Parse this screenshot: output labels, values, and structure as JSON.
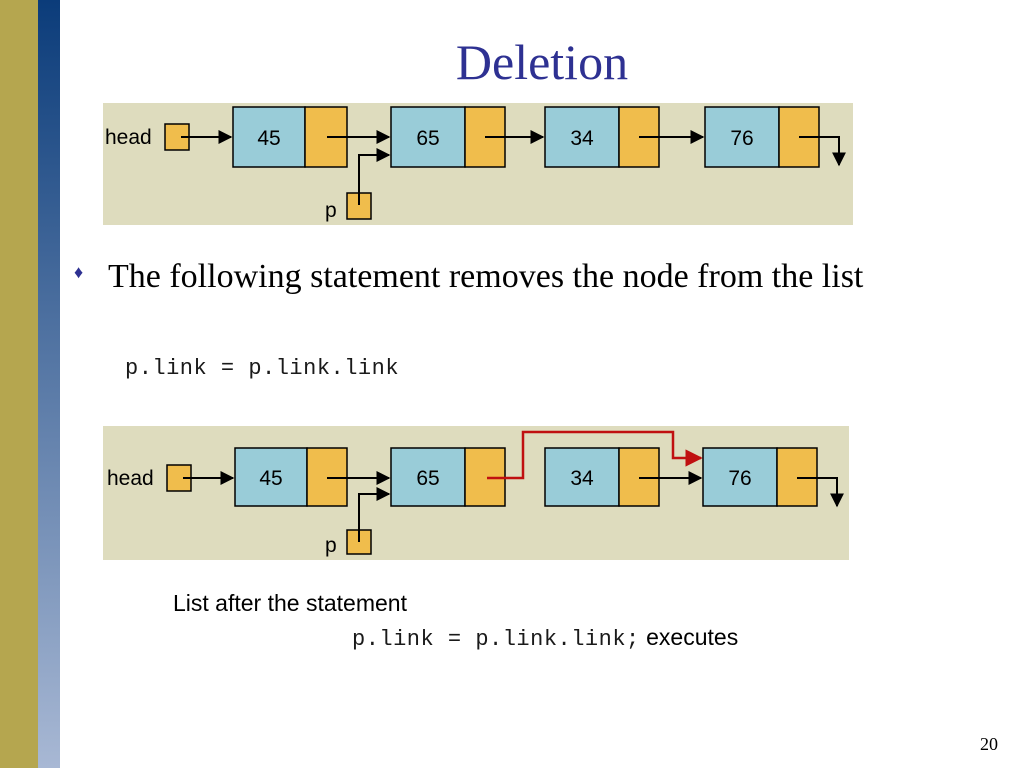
{
  "slide": {
    "title": "Deletion",
    "bullet_text": "The following statement removes the node from the list",
    "code": "p.link = p.link.link",
    "caption_line1": "List after the statement",
    "caption_code": "p.link = p.link.link;",
    "caption_suffix": "executes",
    "page_number": "20"
  },
  "diagram_before": {
    "head_label": "head",
    "pointer_label": "p",
    "nodes": [
      "45",
      "65",
      "34",
      "76"
    ]
  },
  "diagram_after": {
    "head_label": "head",
    "pointer_label": "p",
    "nodes": [
      "45",
      "65",
      "34",
      "76"
    ]
  },
  "colors": {
    "band_olive": "#b5a64f",
    "band_blue_top": "#0b3c7a",
    "band_blue_bottom": "#a8b8d4",
    "title_color": "#2e3192",
    "bullet_color": "#2e3192",
    "diagram_bg": "#dedcbe",
    "node_value_fill": "#99ccd8",
    "node_link_fill": "#f0bd4c",
    "arrow_black": "#000000",
    "arrow_red": "#c01010"
  }
}
